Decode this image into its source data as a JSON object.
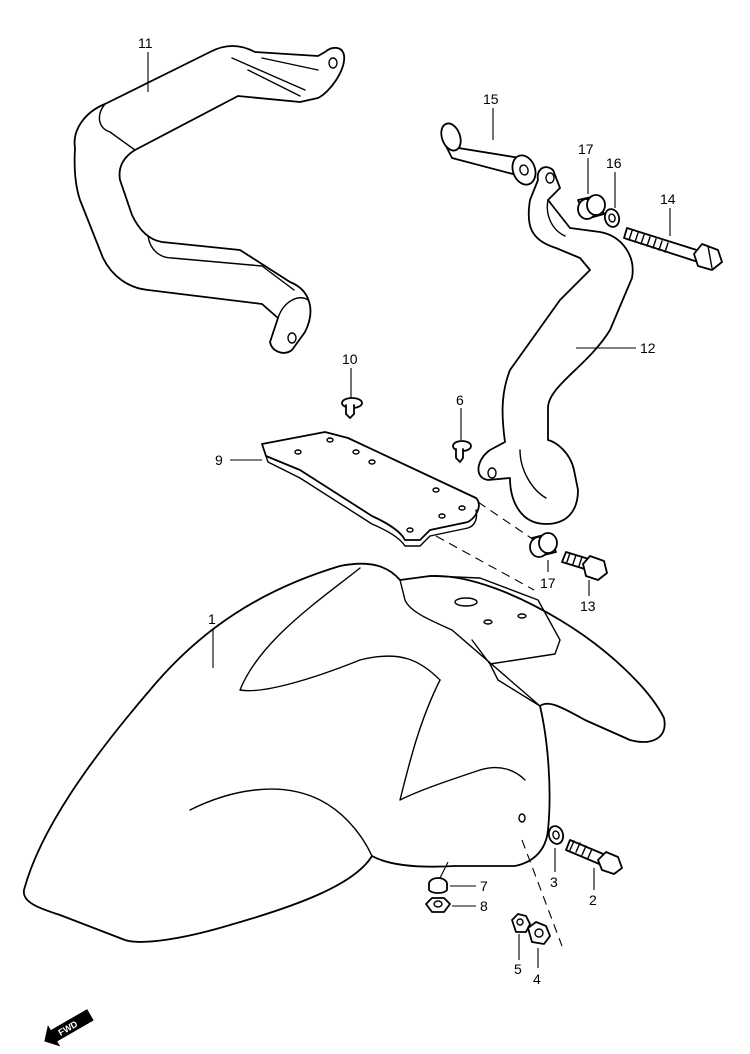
{
  "callouts": {
    "p1": "1",
    "p2": "2",
    "p3": "3",
    "p4": "4",
    "p5": "5",
    "p6": "6",
    "p7": "7",
    "p8": "8",
    "p9": "9",
    "p10": "10",
    "p11": "11",
    "p12": "12",
    "p13": "13",
    "p14": "14",
    "p15": "15",
    "p16": "16",
    "p17a": "17",
    "p17b": "17"
  },
  "fwd_marker": {
    "text": "FWD",
    "icon": "arrow-icon"
  }
}
